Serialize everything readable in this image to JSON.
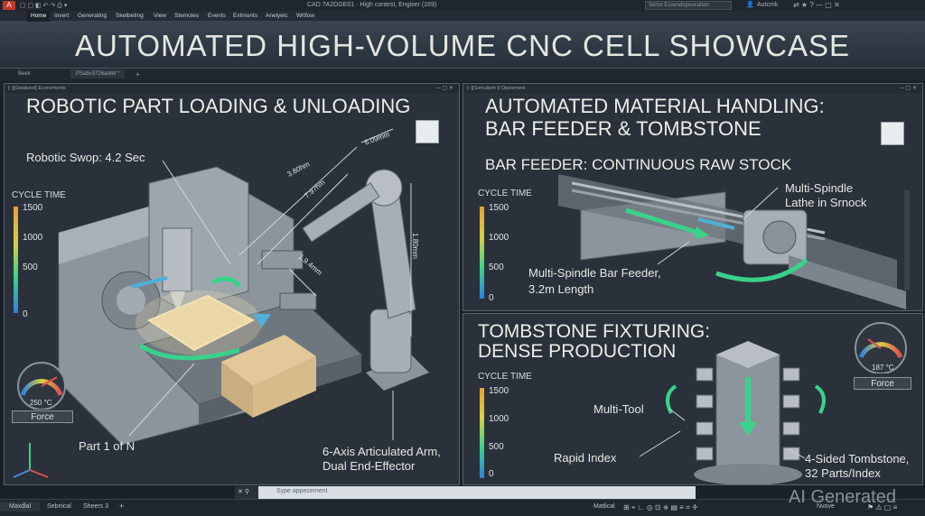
{
  "app": {
    "window_title": "CAD ?A2DGE01 · High contest, Engiser (169)",
    "search_placeholder": "Serce Essendopuocation",
    "user": "Autcmk"
  },
  "ribbon_tabs": [
    "Home",
    "Invert",
    "Generating",
    "Sketbeting",
    "View",
    "Stemoles",
    "Events",
    "Extmonts",
    "Anelyeic",
    "Wrtfow"
  ],
  "headline": "AUTOMATED HIGH-VOLUME CNC CELL SHOWCASE",
  "doc_tabs": [
    "Beeir",
    "PSabv3726aotef *"
  ],
  "pane_left": {
    "header": "[–][Gwalized] Economents",
    "title": "ROBOTIC PART LOADING & UNLOADING",
    "swap_label": "Robotic Swop: 4.2 Sec",
    "dims": [
      "3.80hm",
      "7.97hm",
      "6.09mm",
      "1.9.4mm",
      "1.80mm"
    ],
    "part_label": "Part 1 of N",
    "arm_label_1": "6-Axis Articulated Arm,",
    "arm_label_2": "Dual End-Effector",
    "legend_title": "CYCLE TIME",
    "legend_ticks": [
      "1500",
      "1000",
      "500",
      "0"
    ],
    "gauge_value": "250 °C",
    "gauge_button": "Force"
  },
  "pane_right_top": {
    "header": "[–][Ssmulient I] Oiposment",
    "title_1": "AUTOMATED MATERIAL HANDLING:",
    "title_2": "BAR FEEDER & TOMBSTONE",
    "subtitle": "BAR FEEDER: CONTINUOUS RAW STOCK",
    "lathe_label_1": "Multi-Spindle",
    "lathe_label_2": "Lathe in Srnock",
    "feeder_label_1": "Multi-Spindle Bar Feeder,",
    "feeder_label_2": "3.2m Length",
    "legend_title": "CYCLE TIME",
    "legend_ticks": [
      "1500",
      "1000",
      "500",
      "0"
    ]
  },
  "pane_right_bottom": {
    "title_1": "TOMBSTONE FIXTURING:",
    "title_2": "DENSE PRODUCTION",
    "multi_tool": "Multi-Tool",
    "rapid_index": "Rapid Index",
    "tomb_label_1": "4-Sided Tombstone,",
    "tomb_label_2": "32 Parts/Index",
    "legend_title": "CYCLE TIME",
    "legend_ticks": [
      "1500",
      "1000",
      "500",
      "0"
    ],
    "gauge_value": "187 °C",
    "gauge_button": "Force"
  },
  "command_line_placeholder": "Sype appecement",
  "status_tabs": [
    "Maxdlal",
    "Sebnical",
    "Sheers 3"
  ],
  "status_right": [
    "Matlical",
    "Nvove"
  ],
  "watermark": "AI Generated"
}
